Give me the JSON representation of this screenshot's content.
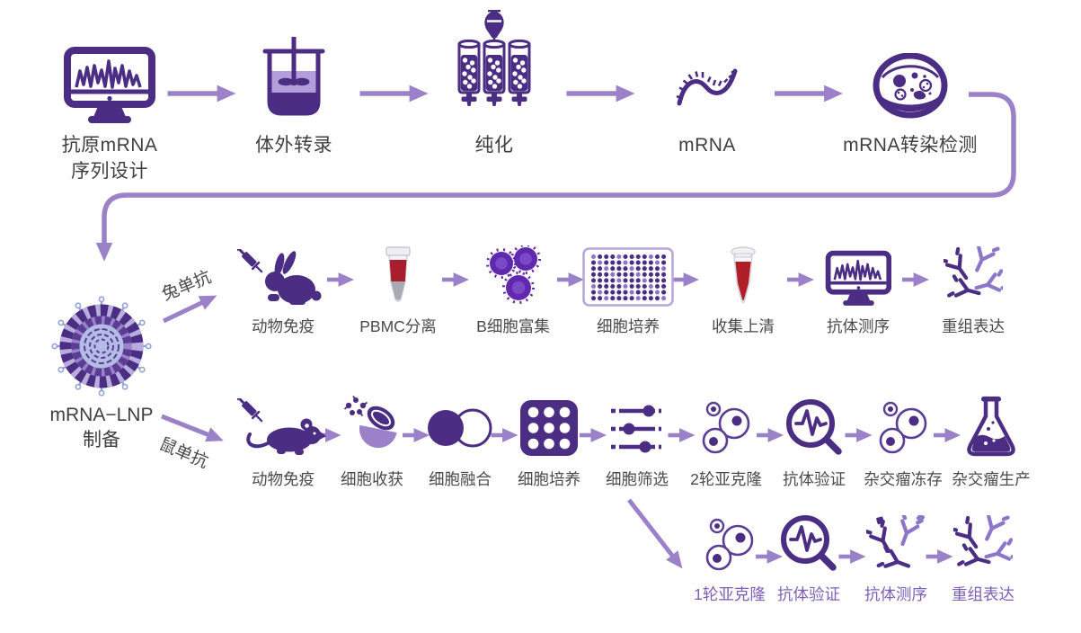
{
  "colors": {
    "primary": "#4b2e83",
    "primaryLight": "#8d76c9",
    "midPurple": "#5a3d94",
    "arrow": "#9b82c8",
    "labelDark": "#3f3f3f",
    "label": "#4a4a4a",
    "highlight": "#7e5fb5",
    "red": "#a81e2c",
    "red2": "#b01e28",
    "cellPurple": "#5f28ad",
    "cellNucleus": "#7b48c8",
    "lavender": "#b3bce4",
    "lnpSpike": "#93a2d8",
    "lnpPetal": "#b7aede",
    "lightPurple": "#b39ddb",
    "plateStroke": "#b7a6dc",
    "grayTube": "#a9a9b4",
    "tubeOutline": "#d0d0da"
  },
  "flow1": {
    "steps": [
      {
        "label": "抗原mRNA\n序列设计",
        "icon": "sequencer-monitor"
      },
      {
        "label": "体外转录",
        "icon": "stirred-beaker"
      },
      {
        "label": "纯化",
        "icon": "purification-columns"
      },
      {
        "label": "mRNA",
        "icon": "mrna-strand"
      },
      {
        "label": "mRNA转染检测",
        "icon": "petri-dish"
      }
    ]
  },
  "lnp": {
    "label": "mRNA−LNP\n制备",
    "icon": "lnp-particle"
  },
  "branches": {
    "rabbit": "兔单抗",
    "mouse": "鼠单抗"
  },
  "flow2": {
    "steps": [
      {
        "label": "动物免疫",
        "icon": "rabbit-syringe"
      },
      {
        "label": "PBMC分离",
        "icon": "blood-tube"
      },
      {
        "label": "B细胞富集",
        "icon": "b-cells"
      },
      {
        "label": "细胞培养",
        "icon": "well-plate-96"
      },
      {
        "label": "收集上清",
        "icon": "supernatant-tube"
      },
      {
        "label": "抗体测序",
        "icon": "sequencer-monitor"
      },
      {
        "label": "重组表达",
        "icon": "antibodies"
      }
    ]
  },
  "flow3": {
    "steps": [
      {
        "label": "动物免疫",
        "icon": "mouse-syringe"
      },
      {
        "label": "细胞收获",
        "icon": "cell-harvest"
      },
      {
        "label": "细胞融合",
        "icon": "cell-fusion"
      },
      {
        "label": "细胞培养",
        "icon": "culture-plate"
      },
      {
        "label": "细胞筛选",
        "icon": "screening-sliders"
      },
      {
        "label": "2轮亚克隆",
        "icon": "subclone-cells"
      },
      {
        "label": "抗体验证",
        "icon": "validation-magnifier"
      },
      {
        "label": "杂交瘤冻存",
        "icon": "subclone-cells"
      },
      {
        "label": "杂交瘤生产",
        "icon": "flask"
      }
    ]
  },
  "flow4": {
    "steps": [
      {
        "label": "1轮亚克隆",
        "icon": "subclone-cells"
      },
      {
        "label": "抗体验证",
        "icon": "validation-magnifier"
      },
      {
        "label": "抗体测序",
        "icon": "tagged-antibodies"
      },
      {
        "label": "重组表达",
        "icon": "antibodies"
      }
    ]
  }
}
